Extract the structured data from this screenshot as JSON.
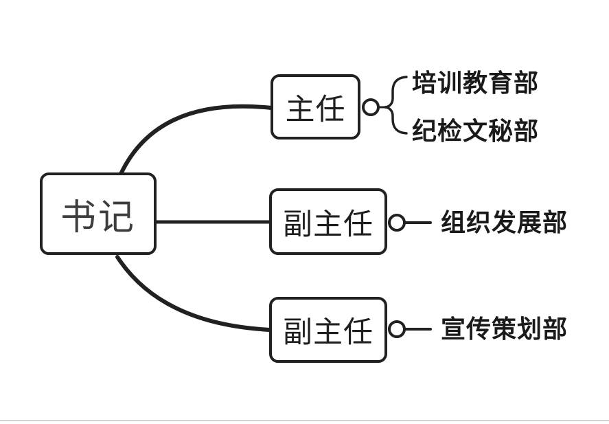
{
  "diagram": {
    "type": "org-mindmap",
    "root": {
      "label": "书记"
    },
    "branches": [
      {
        "node": "主任",
        "departments": [
          "培训教育部",
          "纪检文秘部"
        ]
      },
      {
        "node": "副主任",
        "departments": [
          "组织发展部"
        ]
      },
      {
        "node": "副主任",
        "departments": [
          "宣传策划部"
        ]
      }
    ],
    "icons": {
      "junction": "circle-junction-icon",
      "fork": "brace-fork-icon"
    },
    "colors": {
      "background": "#ffffff",
      "line": "#212121",
      "box_border": "#212121",
      "root_text": "#3d3d3d",
      "node_text": "#1f1f1f",
      "label_text": "#1a1a1a",
      "bottom_edge": "#d2d2d2"
    }
  }
}
